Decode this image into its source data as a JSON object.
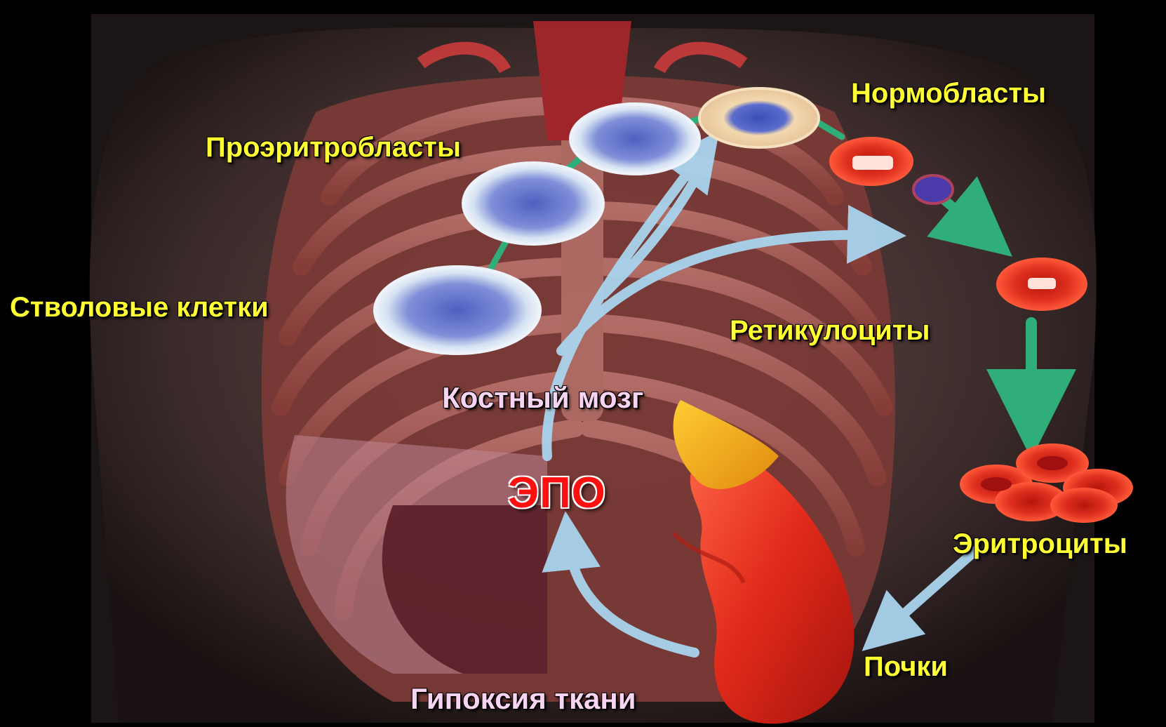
{
  "labels": {
    "normoblasts": "Нормобласты",
    "proerythroblasts": "Проэритробласты",
    "stem_cells": "Стволовые клетки",
    "reticulocytes": "Ретикулоциты",
    "bone_marrow": "Костный мозг",
    "epo": "ЭПО",
    "erythrocytes": "Эритроциты",
    "kidneys": "Почки",
    "tissue_hypoxia": "Гипоксия ткани"
  },
  "colors": {
    "label_yellow": "#ffff33",
    "label_pink": "#f7d4f2",
    "epo_red": "#ff1010",
    "cell_arrow_green": "#2fae7a",
    "signal_arrow_lightblue": "#a9d4ee",
    "erythrocyte_red": "#d8231a"
  }
}
